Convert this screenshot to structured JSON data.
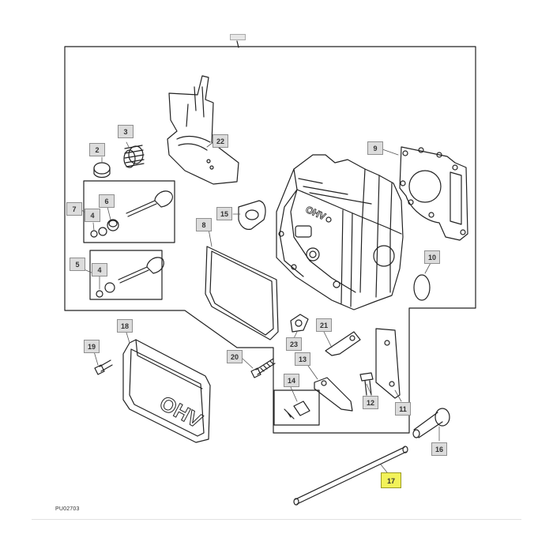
{
  "figure_id": "PU02703",
  "highlight_color": "#f2f25a",
  "callouts": {
    "c2": "2",
    "c3": "3",
    "c22": "22",
    "c7": "7",
    "c4a": "4",
    "c6": "6",
    "c5": "5",
    "c4b": "4",
    "c9": "9",
    "c15": "15",
    "c8": "8",
    "c10": "10",
    "c18": "18",
    "c19": "19",
    "c20": "20",
    "c21": "21",
    "c23": "23",
    "c13": "13",
    "c14": "14",
    "c12": "12",
    "c11": "11",
    "c16": "16",
    "c17": "17"
  },
  "embossed_text": {
    "cover": "OHV",
    "head": "OHV"
  }
}
